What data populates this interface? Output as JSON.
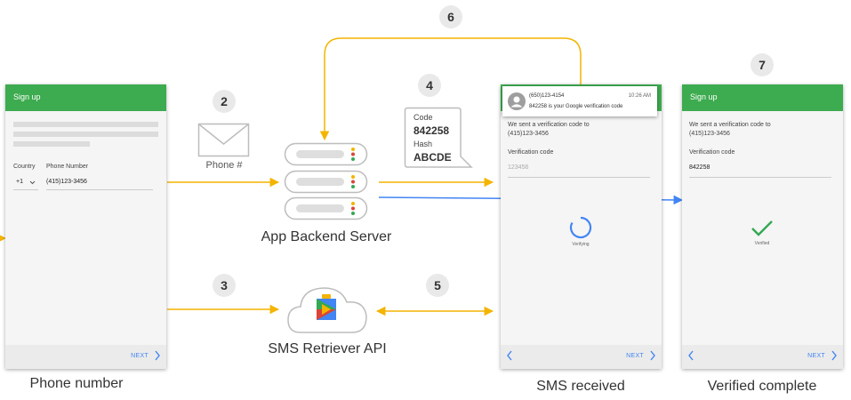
{
  "steps": [
    "2",
    "3",
    "4",
    "5",
    "6",
    "7"
  ],
  "envelope_label": "Phone #",
  "backend_label": "App Backend Server",
  "sms_api_label": "SMS Retriever API",
  "code_card": {
    "code_label": "Code",
    "code_value": "842258",
    "hash_label": "Hash",
    "hash_value": "ABCDE"
  },
  "phone1": {
    "title": "Sign up",
    "country_label": "Country",
    "phone_label": "Phone Number",
    "country_value": "+1",
    "phone_value": "(415)123-3456",
    "next": "NEXT",
    "caption": "Phone number"
  },
  "phone2": {
    "notif_number": "(650)123-4154",
    "notif_time": "10:26 AM",
    "notif_message": "842258 is your Google verification code",
    "sent_text_1": "We sent a verification code to",
    "sent_text_2": "(415)123-3456",
    "code_label": "Verification code",
    "code_placeholder": "123456",
    "status": "Verifying",
    "next": "NEXT",
    "caption": "SMS received"
  },
  "phone3": {
    "title": "Sign up",
    "sent_text_1": "We sent a verification code to",
    "sent_text_2": "(415)123-3456",
    "code_label": "Verification code",
    "code_value": "842258",
    "status": "Verified",
    "next": "NEXT",
    "caption": "Verified complete"
  },
  "colors": {
    "arrow_yellow": "#f4b400",
    "arrow_blue": "#4285f4",
    "appbar_green": "#3dab4f",
    "check_green": "#34a853"
  }
}
